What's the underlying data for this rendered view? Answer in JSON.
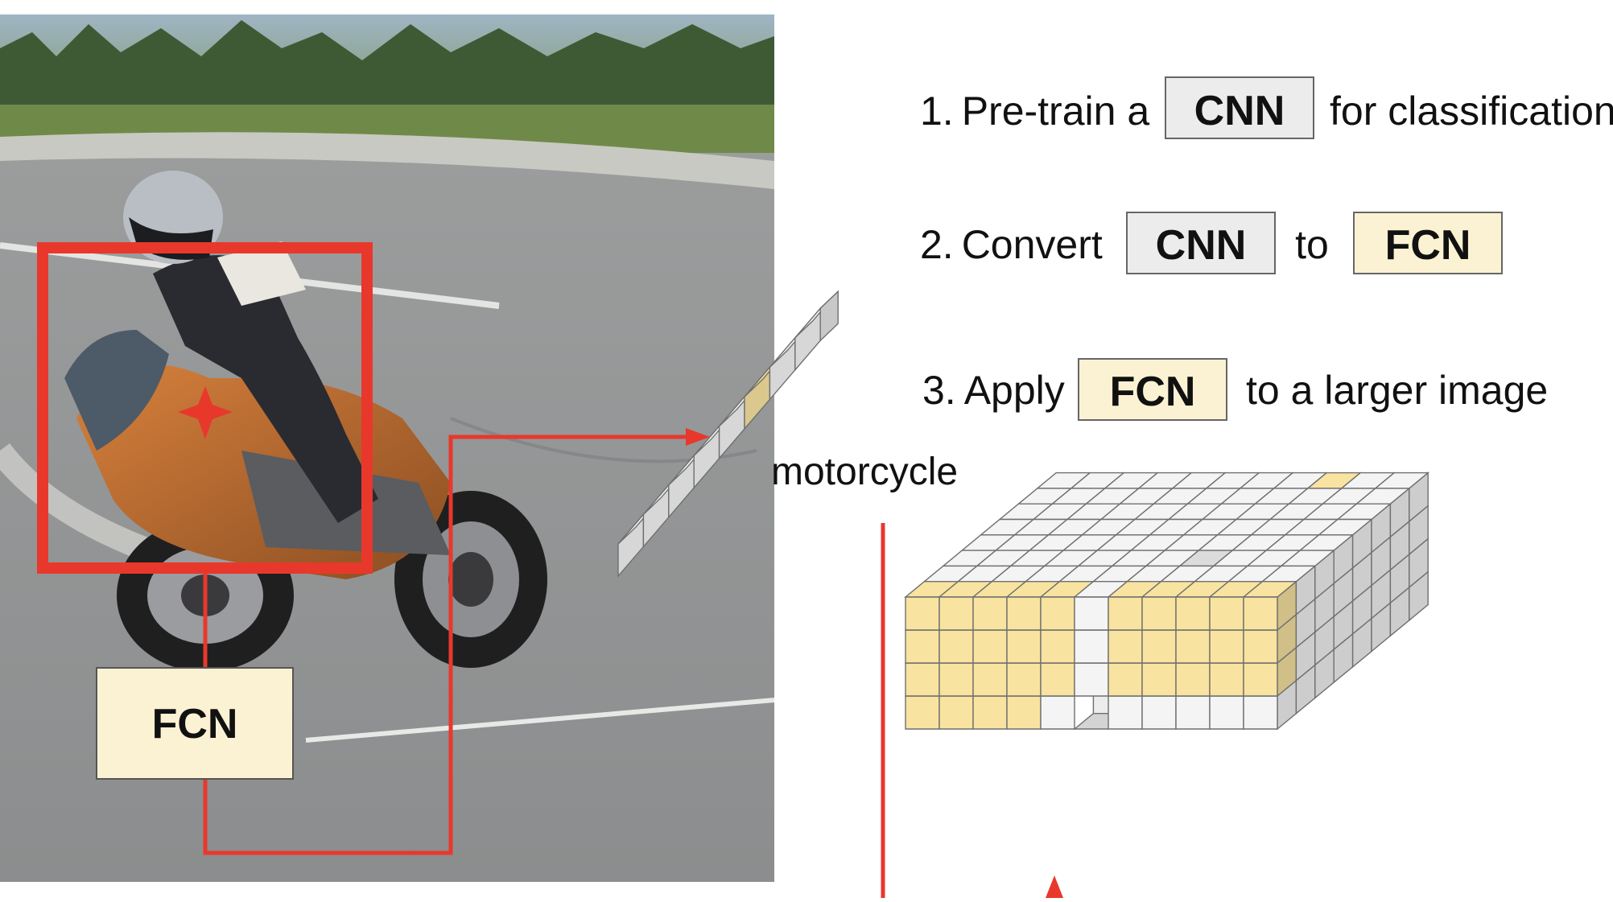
{
  "steps": [
    {
      "number": "1.",
      "pre": "Pre-train a",
      "box": "CNN",
      "post": "for classification"
    },
    {
      "number": "2.",
      "pre": "Convert",
      "box": "CNN",
      "mid": "to",
      "box2": "FCN"
    },
    {
      "number": "3.",
      "pre": "Apply",
      "box": "FCN",
      "post": "to a larger image"
    }
  ],
  "left_fcn_label": "FCN",
  "output_label": "motorcycle",
  "colors": {
    "highlight": "#e8382c",
    "cnn_box_fill": "#ececec",
    "fcn_box_fill": "#fbf2d3",
    "cube_yellow": "#f8e3a0",
    "cube_white": "#f4f4f4"
  }
}
